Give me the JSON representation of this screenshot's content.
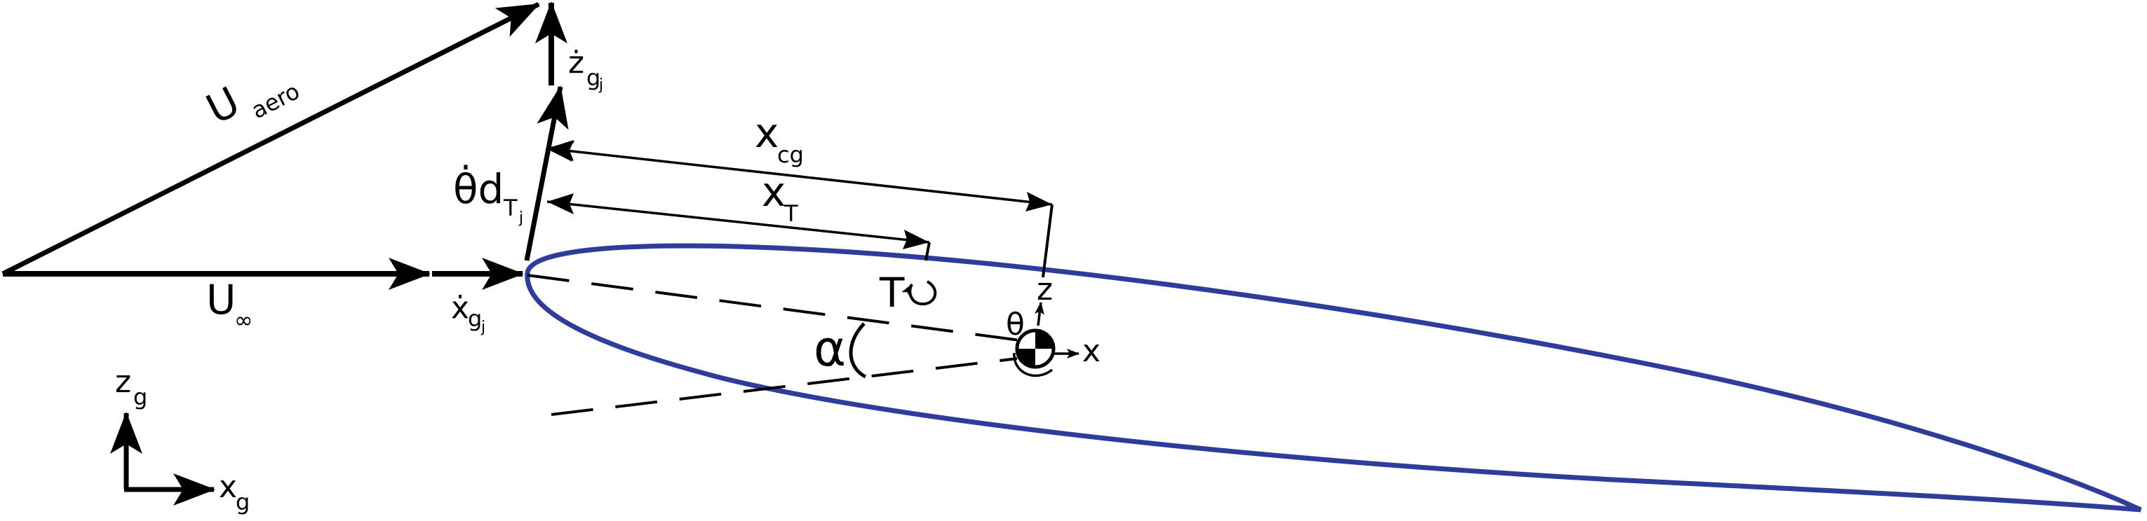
{
  "colors": {
    "airfoil": "#2f3c99",
    "ink": "#000000",
    "background": "#ffffff"
  },
  "labels": {
    "u_aero_main": "U",
    "u_aero_sub": "aero",
    "u_inf_main": "U",
    "u_inf_sub": "∞",
    "xdot_main": "ẋ",
    "xdot_sub1": "g",
    "xdot_sub2": "j",
    "zdot_main": "ż",
    "zdot_sub1": "g",
    "zdot_sub2": "j",
    "thetadot_main": "θ̇d",
    "thetadot_sub1": "T",
    "thetadot_sub2": "j",
    "xcg_main": "x",
    "xcg_sub": "cg",
    "xt_main": "x",
    "xt_sub": "T",
    "torque_main": "T",
    "torque_symbol": "↻",
    "alpha": "α",
    "theta": "θ",
    "body_x": "x",
    "body_z": "z",
    "zg_main": "z",
    "zg_sub": "g",
    "xg_main": "x",
    "xg_sub": "g"
  }
}
